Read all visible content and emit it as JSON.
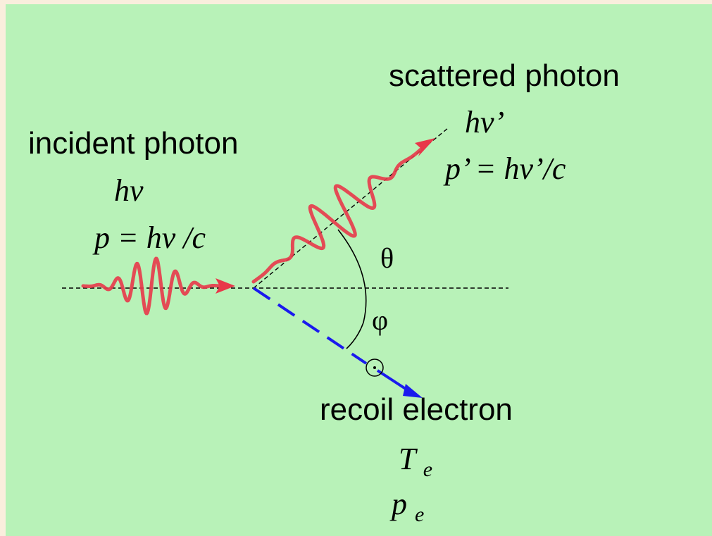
{
  "colors": {
    "panel_bg": "#b8f2b8",
    "outer_bg": "#faeedd",
    "photon_wave": "#e8384a",
    "electron_path": "#1a1aee",
    "guide_lines": "#000000"
  },
  "labels": {
    "incident_title": "incident photon",
    "incident_energy": "hν",
    "incident_momentum": "p = hν /c",
    "scattered_title": "scattered photon",
    "scattered_energy": "hν’",
    "scattered_momentum": "p’ = hν’/c",
    "angle_theta": "θ",
    "angle_phi": "φ",
    "electron_title": "recoil electron",
    "electron_energy": {
      "symbol": "T",
      "subscript": "e"
    },
    "electron_momentum": {
      "symbol": "p",
      "subscript": "e"
    }
  }
}
